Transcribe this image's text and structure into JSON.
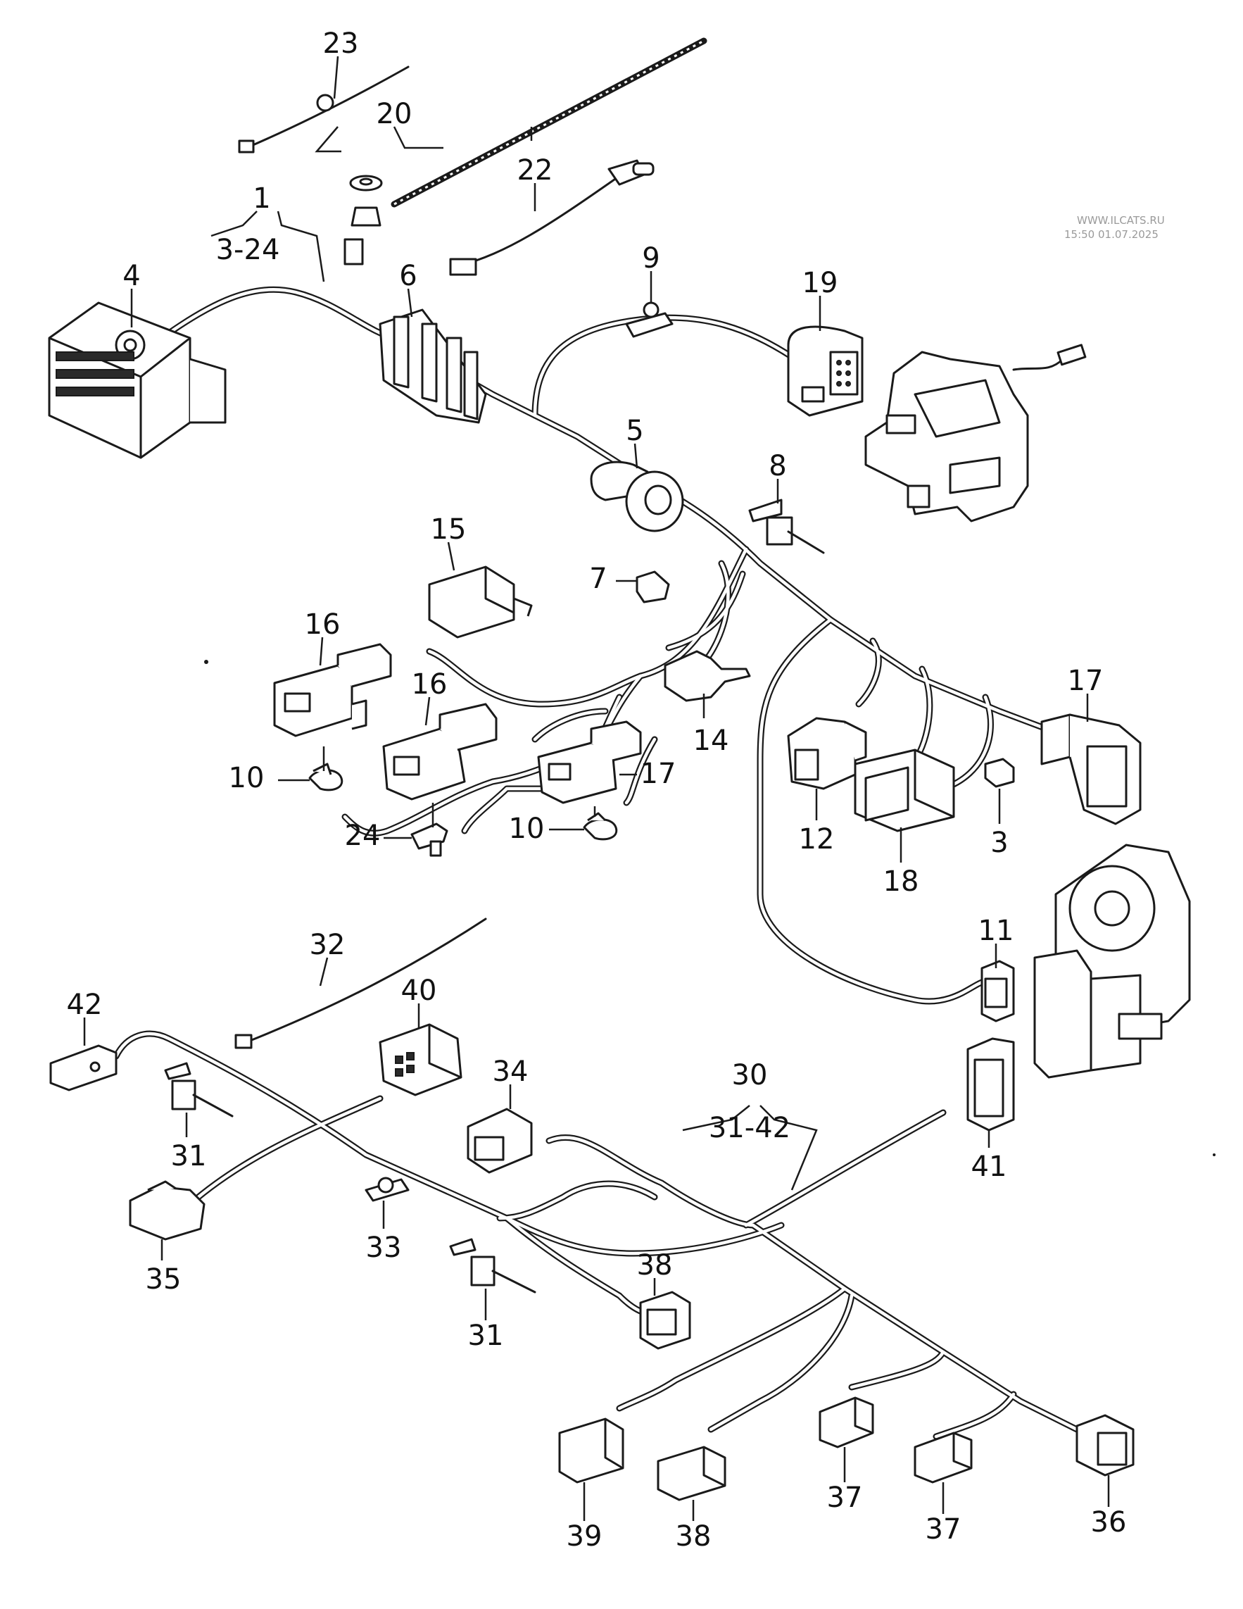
{
  "watermark": {
    "site": "WWW.ILCATS.RU",
    "timestamp": "15:50 01.07.2025"
  },
  "groups": [
    {
      "number": "1",
      "range": "3-24"
    },
    {
      "number": "30",
      "range": "31-42"
    }
  ],
  "callouts": {
    "c23": "23",
    "c20": "20",
    "c22": "22",
    "c4": "4",
    "c6": "6",
    "c9": "9",
    "c19": "19",
    "c5": "5",
    "c8": "8",
    "c15": "15",
    "c7": "7",
    "c16a": "16",
    "c16b": "16",
    "c14": "14",
    "c17a": "17",
    "c17b": "17",
    "c10a": "10",
    "c10b": "10",
    "c24": "24",
    "c12": "12",
    "c18": "18",
    "c3": "3",
    "c11": "11",
    "c32": "32",
    "c42": "42",
    "c40": "40",
    "c34": "34",
    "c31a": "31",
    "c31b": "31",
    "c35": "35",
    "c33": "33",
    "c41": "41",
    "c38a": "38",
    "c38b": "38",
    "c39": "39",
    "c37a": "37",
    "c37b": "37",
    "c36": "36"
  }
}
